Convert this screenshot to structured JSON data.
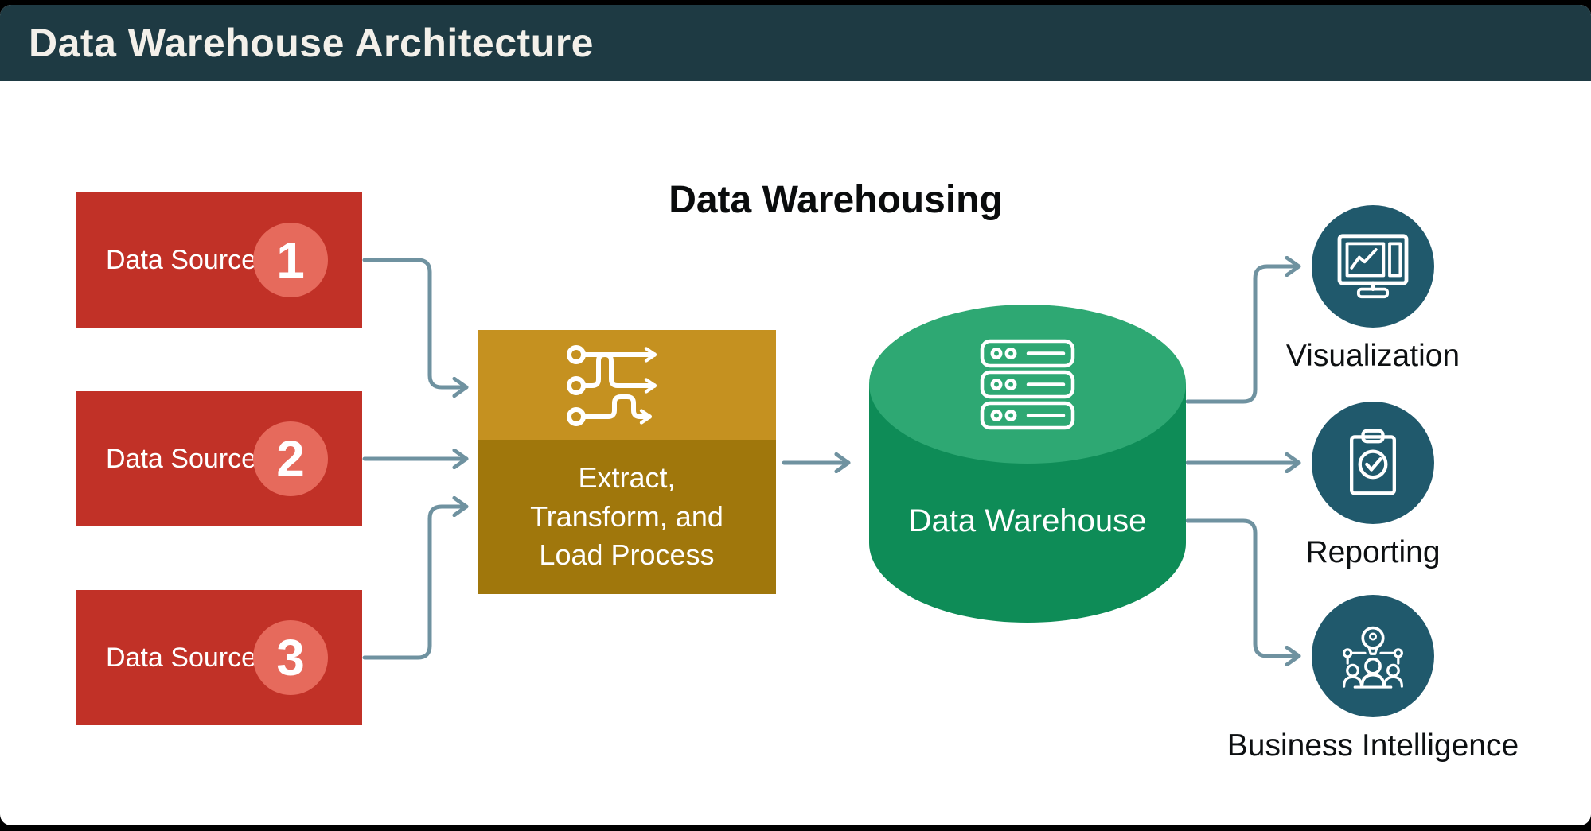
{
  "header": {
    "title": "Data Warehouse Architecture"
  },
  "diagram": {
    "title": "Data Warehousing",
    "sources": [
      {
        "label": "Data Source",
        "number": "1"
      },
      {
        "label": "Data Source",
        "number": "2"
      },
      {
        "label": "Data Source",
        "number": "3"
      }
    ],
    "etl": {
      "label": "Extract, Transform, and Load Process",
      "icon": "data-flow-icon"
    },
    "warehouse": {
      "label": "Data Warehouse",
      "icon": "server-stack-icon"
    },
    "outputs": [
      {
        "label": "Visualization",
        "icon": "monitor-chart-icon"
      },
      {
        "label": "Reporting",
        "icon": "clipboard-check-icon"
      },
      {
        "label": "Business Intelligence",
        "icon": "people-lightbulb-icon"
      }
    ]
  },
  "colors": {
    "header_bg": "#1E3A43",
    "source_box": "#C13127",
    "source_badge": "#E66A5C",
    "etl_top": "#C59120",
    "etl_bottom": "#A0770C",
    "warehouse_top": "#2EA873",
    "warehouse_body": "#0E8C57",
    "output_circle": "#20596C",
    "arrow": "#6F92A0"
  }
}
